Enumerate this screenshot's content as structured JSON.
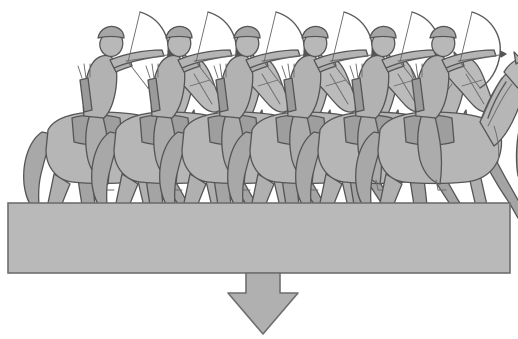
{
  "illustration": {
    "subject": "mounted-archers",
    "rider_count": 6,
    "colors": {
      "background": "#ffffff",
      "figure_fill": "#b4b4b4",
      "figure_fill_dark": "#9c9c9c",
      "outline": "#555555",
      "platform_fill": "#b9b9b9",
      "platform_outline": "#6e6e6e",
      "arrow_fill": "#b0b0b0"
    },
    "platform_icon": "rectangle-block-shape",
    "pointer_icon": "down-arrow-icon"
  }
}
